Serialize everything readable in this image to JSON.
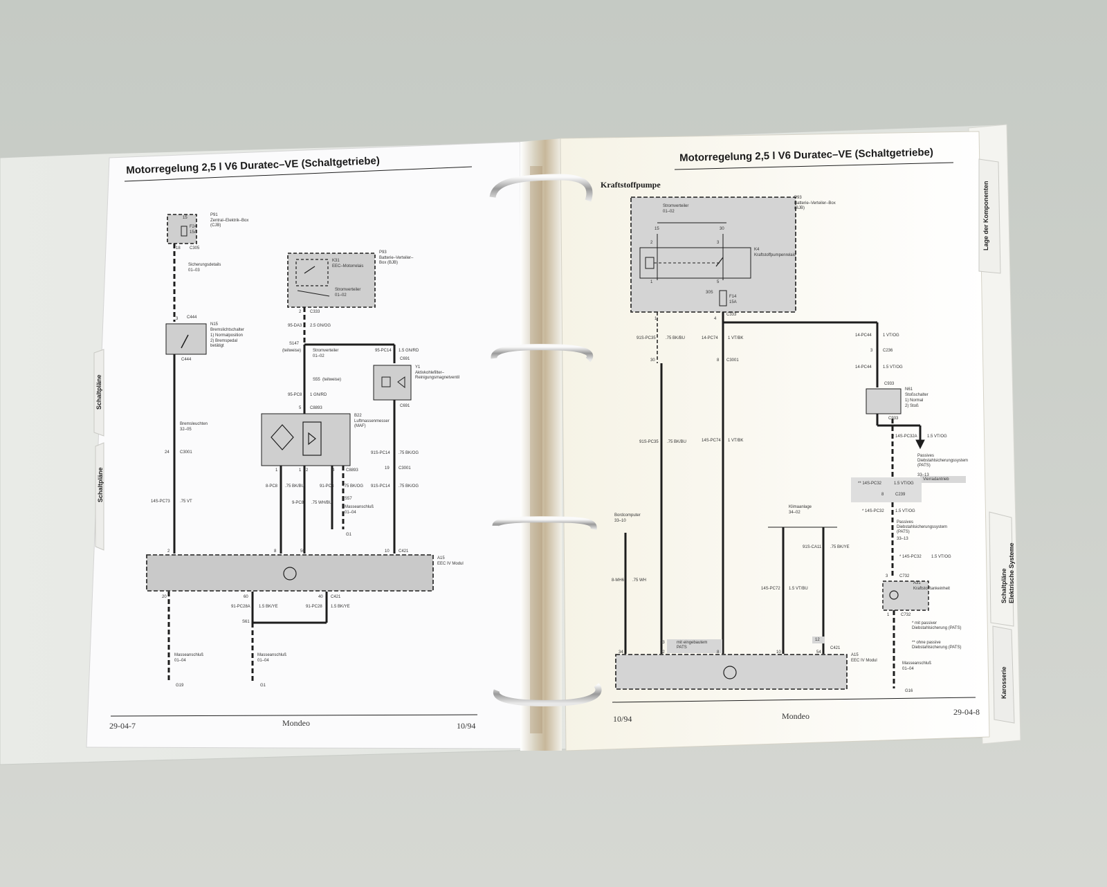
{
  "left_page": {
    "title": "Motorregelung 2,5 l V6 Duratec–VE (Schaltgetriebe)",
    "footer": {
      "left": "29-04-7",
      "center": "Mondeo",
      "right": "10/94"
    },
    "labels": {
      "p91": "P91",
      "p91_desc": "Zentral–Elektrik–Box (CJB)",
      "f24": "F24",
      "f24_rating": "15A",
      "pin15": "15",
      "pin18": "18",
      "c305": "C305",
      "sicherungsdetails": "Sicherungsdetails",
      "sicherungsdetails_ref": "01–03",
      "pin3_c444": "3",
      "c444_top": "C444",
      "n15": "N15",
      "n15_desc": "Bremslichtschalter",
      "n15_opt1": "1) Normalposition",
      "n15_opt2": "2) Bremspedal betätigt",
      "c444_bottom": "C444",
      "bremsleuchten": "Bremsleuchten",
      "bremsleuchten_ref": "32–05",
      "pin24": "24",
      "c3001": "C3001",
      "wire_14spc73": "14S-PC73",
      "wire_75vt": ".75 VT",
      "p93": "P93",
      "p93_desc": "Batterie–Verteiler–Box (BJB)",
      "k31": "K31",
      "k31_desc": "EEC–Motorrelais",
      "stromverteiler_box": "Stromverteiler",
      "stromverteiler_box_ref": "01–02",
      "c333": "C333",
      "pin2_c333": "2",
      "wire_95da3": "95-DA3",
      "wire_25gnog": "2.5 GN/OG",
      "s147": "S147",
      "teilweise": "(teilweise)",
      "stromverteiler": "Stromverteiler",
      "stromverteiler_ref": "01–02",
      "s55": "S55",
      "teilweise2": "(teilweise)",
      "wire_95pc8": "95-PC8",
      "wire_1gnrd": "1 GN/RD",
      "c8893_top": "C8893",
      "pin5": "5",
      "b22": "B22",
      "b22_desc": "Luftmassenmesser (MAF)",
      "c8893_bottom": "C8893",
      "wire_8pc8": "8-PC8",
      "wire_75bkbu": ".75 BK/BU",
      "wire_9pc8": "9-PC8",
      "wire_75whbu": ".75 WH/BU",
      "wire_91pc8": "91-PC8",
      "wire_75bkog": ".75 BK/OG",
      "s57": "S57",
      "masseanschluss_a": "Masseanschluß",
      "masseanschluss_a_ref": "01–04",
      "g1_top": "G1",
      "wire_95pc14": "95-PC14",
      "wire_15gnrd": "1.5 GN/RD",
      "c691_top": "C691",
      "y1": "Y1",
      "y1_desc": "Aktivkohlefilter–Reinigungsmagnetventil",
      "c691_bottom": "C691",
      "wire_91spc14": "91S-PC14",
      "wire_75bkog2": ".75 BK/OG",
      "pin19": "19",
      "c3001b": "C3001",
      "wire_91spc14b": "91S-PC14",
      "wire_75bkog3": ".75 BK/OG",
      "pin_a1": "1",
      "pin_a2": "1",
      "pin_a3": "2",
      "pin_a4": "4",
      "pin_e1": "2",
      "pin_e2": "8",
      "pin_e3": "50",
      "pin_e4": "10",
      "c421": "C421",
      "a15": "A15",
      "a15_desc": "EEC IV Modul",
      "pin20": "20",
      "pin60": "60",
      "pin40": "40",
      "c421b": "C421",
      "wire_91pc28a": "91-PC28A",
      "wire_15bkye": "1.5 BK/YE",
      "wire_91pc28": "91-PC28",
      "wire_15bkye2": "1.5 BK/YE",
      "s61": "S61",
      "masseanschluss_b": "Masseanschluß",
      "masseanschluss_b_ref": "01–04",
      "masseanschluss_c": "Masseanschluß",
      "masseanschluss_c_ref": "01–04",
      "g19": "G19",
      "g1": "G1"
    },
    "tabs": {
      "top": "Schaltpläne",
      "bottom": "Schaltpläne"
    }
  },
  "right_page": {
    "title": "Motorregelung 2,5 l V6 Duratec–VE (Schaltgetriebe)",
    "section": "Kraftstoffpumpe",
    "footer": {
      "left": "10/94",
      "center": "Mondeo",
      "right": "29-04-8"
    },
    "labels": {
      "p93": "P93",
      "stromverteiler": "Stromverteiler",
      "stromverteiler_ref": "01–02",
      "p93_desc": "Batterie–Verteiler–Box (BJB)",
      "pin15": "15",
      "pin30": "30",
      "pin2": "2",
      "pin3": "3",
      "pin1": "1",
      "pin5": "5",
      "k4": "K4",
      "k4_desc": "Kraftstoffpumpenrelais",
      "f14_ref": "30S",
      "f14": "F14",
      "f14_rating": "15A",
      "pin_b1": "1",
      "pin_b4": "4",
      "c333": "C333",
      "wire_91spc35": "91S-PC35",
      "wire_75bkbu": ".75 BK/BU",
      "wire_14pc74": "14-PC74",
      "wire_1vtbk": "1 VT/BK",
      "pin30b": "30",
      "pin8b": "8",
      "c3001": "C3001",
      "wire_91spc35b": "91S-PC35",
      "wire_75bkbub": ".75 BK/BU",
      "wire_14spc74": "14S-PC74",
      "wire_1vtbkb": "1 VT/BK",
      "wire_14pc44": "14-PC44",
      "wire_1vtog": "1 VT/OG",
      "pin3c": "3",
      "c236": "C236",
      "wire_14pc44b": "14-PC44",
      "wire_15vtog": "1.5 VT/OG",
      "c933": "C933",
      "n61": "N61",
      "n61_desc": "Stoßschalter",
      "n61_opt1": "1) Normal",
      "n61_opt2": "2) Stoß",
      "c933b": "C933",
      "wire_14spc32a": "* 14S-PC32A",
      "wire_15vtogb": "1.5 VT/OG",
      "pats1": "Passives Diebstahlsicherungssystem (PATS)",
      "pats1_ref": "33–13",
      "vierradantrieb": "Vierradantrieb",
      "wire_14spc32_dbl": "** 14S-PC32",
      "wire_15vtogc": "1.5 VT/OG",
      "pin8c": "8",
      "c239": "C239",
      "wire_14spc32_s": "* 14S-PC32",
      "wire_15vtogd": "1.5 VT/OG",
      "pats2": "Passives Diebstahlsicherungssystem (PATS)",
      "pats2_ref": "33–13",
      "wire_14spc32_s2": "* 14S-PC32",
      "wire_15vtoge": "1.5 VT/OG",
      "bordcomputer": "Bordcomputer",
      "bordcomputer_ref": "33–10",
      "klimaanlage": "Klimaanlage",
      "klimaanlage_ref": "34–02",
      "wire_8mh6": "8-MH6",
      "wire_75wh": ".75 WH",
      "wire_91sca11": "91S-CA11",
      "wire_75bkye": ".75 BK/YE",
      "wire_14spc72": "14S-PC72",
      "wire_15vtbu": "1.5 VT/BU",
      "pin3d": "3",
      "c732": "C732",
      "a31": "A31",
      "a31_desc": "Kraftstofftankeinheit",
      "pin1d": "1",
      "c732b": "C732",
      "note1": "* mit passiver Diebstahlsicherung (PATS)",
      "note2": "** ohne passive Diebstahlsicherung (PATS)",
      "masseanschluss": "Masseanschluß",
      "masseanschluss_ref": "01–04",
      "g16": "G16",
      "pin53": "53",
      "mit_eingebautem": "mit eingebautem PATS",
      "pin12": "12",
      "pin34": "34",
      "pin22": "22",
      "pin8e": "8",
      "pin10": "10",
      "pin54": "54",
      "c421": "C421",
      "a15": "A15",
      "a15_desc": "EEC IV Modul"
    },
    "tabs": {
      "top": "Lage der Komponenten",
      "middle": "Schaltpläne Elektrische Systeme",
      "bottom": "Karosserie"
    }
  }
}
